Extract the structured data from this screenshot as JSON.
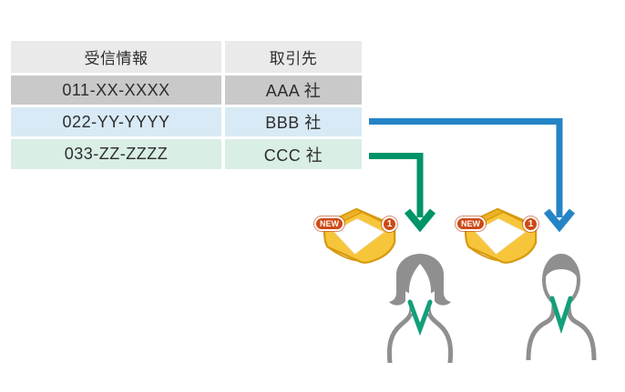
{
  "table": {
    "header": {
      "reception": "受信情報",
      "client": "取引先",
      "bg": "#eaeaea"
    },
    "rows": [
      {
        "reception": "011-XX-XXXX",
        "client": "AAA 社",
        "bg": "#c9c9c9"
      },
      {
        "reception": "022-YY-YYYY",
        "client": "BBB 社",
        "bg": "#d8eaf5"
      },
      {
        "reception": "033-ZZ-ZZZZ",
        "client": "CCC 社",
        "bg": "#d9eee5"
      }
    ]
  },
  "arrows": [
    {
      "name": "bbb-row-to-right-person",
      "color": "#2484c6"
    },
    {
      "name": "ccc-row-to-left-person",
      "color": "#009468"
    }
  ],
  "trays": {
    "new_badge": "NEW",
    "count_badge": "1",
    "tray_color": "#f7c53a",
    "badge_color": "#cd4a16"
  },
  "persons": {
    "figure_color": "#8f8f8f",
    "lanyard_color": "#12a07b"
  }
}
